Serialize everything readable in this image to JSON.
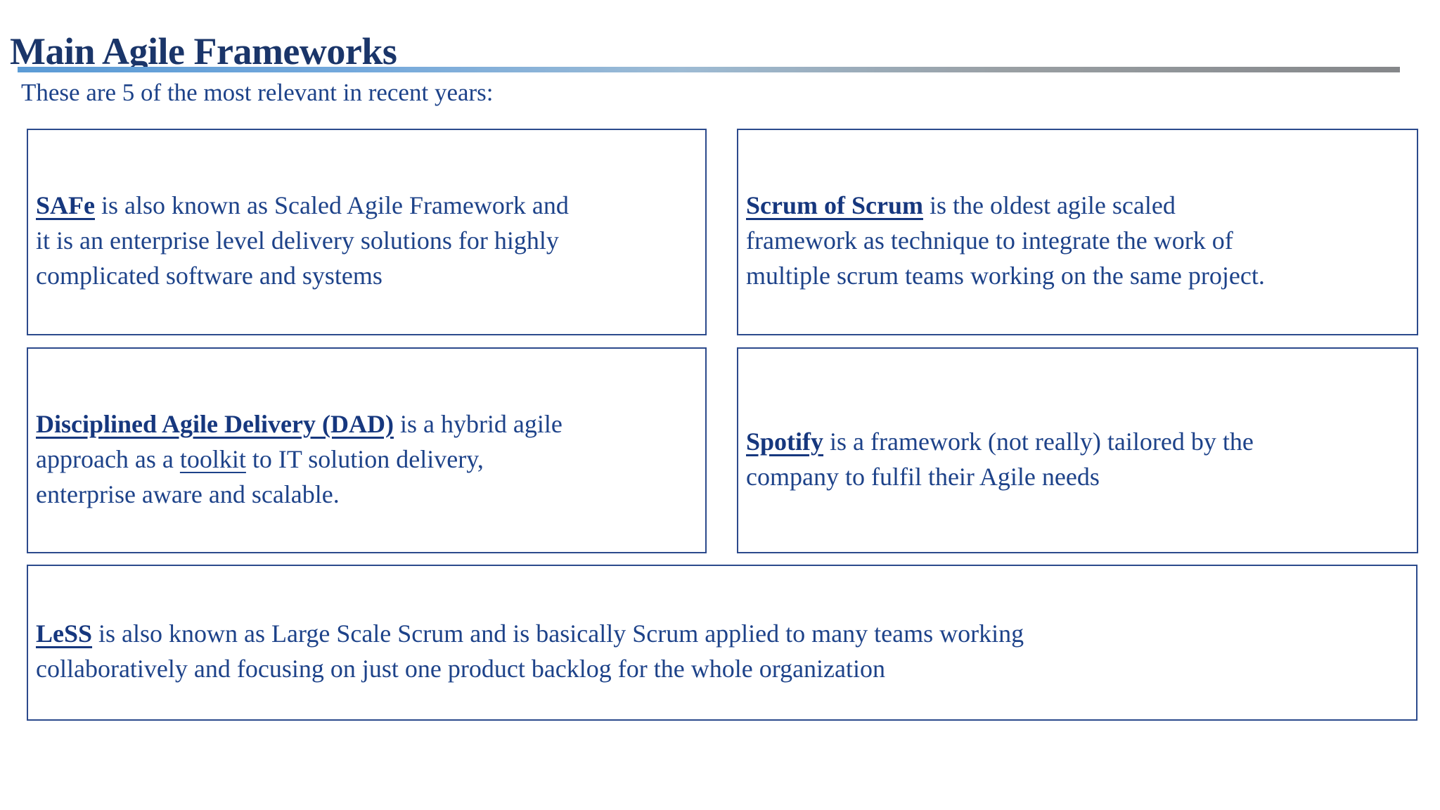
{
  "page": {
    "title": "Main Agile Frameworks",
    "subtitle": "These are 5 of the most relevant in recent years:"
  },
  "colors": {
    "title": "#1A3569",
    "body_text": "#1D4289",
    "keyword": "#16377E",
    "box_border": "#2C4A8C",
    "divider_start": "#5B9BD5",
    "divider_end": "#85878A"
  },
  "boxes": [
    {
      "id": "safe",
      "framework": "SAFe",
      "lines": [
        [
          {
            "t": "SAFe",
            "b": true,
            "u": true
          },
          {
            "t": " is also known as Scaled Agile Framework and"
          }
        ],
        [
          {
            "t": "it is an enterprise level delivery solutions for highly"
          }
        ],
        [
          {
            "t": "complicated software and systems"
          }
        ]
      ]
    },
    {
      "id": "scrum-of-scrum",
      "framework": "Scrum of Scrum",
      "lines": [
        [
          {
            "t": "Scrum of Scrum",
            "b": true,
            "u": true
          },
          {
            "t": " is the oldest agile scaled"
          }
        ],
        [
          {
            "t": "framework as technique to integrate the work of"
          }
        ],
        [
          {
            "t": "multiple scrum teams working on the same project."
          }
        ]
      ]
    },
    {
      "id": "dad",
      "framework": "Disciplined Agile Delivery (DAD)",
      "lines": [
        [
          {
            "t": "Disciplined Agile Delivery (DAD)",
            "b": true,
            "u": true
          },
          {
            "t": " is a hybrid agile"
          }
        ],
        [
          {
            "t": "approach as a "
          },
          {
            "t": "toolkit",
            "u": true
          },
          {
            "t": " to IT solution delivery,"
          }
        ],
        [
          {
            "t": "enterprise aware and scalable."
          }
        ]
      ]
    },
    {
      "id": "spotify",
      "framework": "Spotify",
      "lines": [
        [
          {
            "t": "Spotify",
            "b": true,
            "u": true
          },
          {
            "t": " is a framework (not really) tailored by the"
          }
        ],
        [
          {
            "t": "company to fulfil their Agile needs"
          }
        ]
      ]
    },
    {
      "id": "less",
      "framework": "LeSS",
      "lines": [
        [
          {
            "t": "LeSS",
            "b": true,
            "u": true
          },
          {
            "t": " is also known as Large Scale Scrum and is basically Scrum applied to many teams working"
          }
        ],
        [
          {
            "t": "collaboratively and focusing on just one product backlog for the whole organization"
          }
        ]
      ]
    }
  ]
}
